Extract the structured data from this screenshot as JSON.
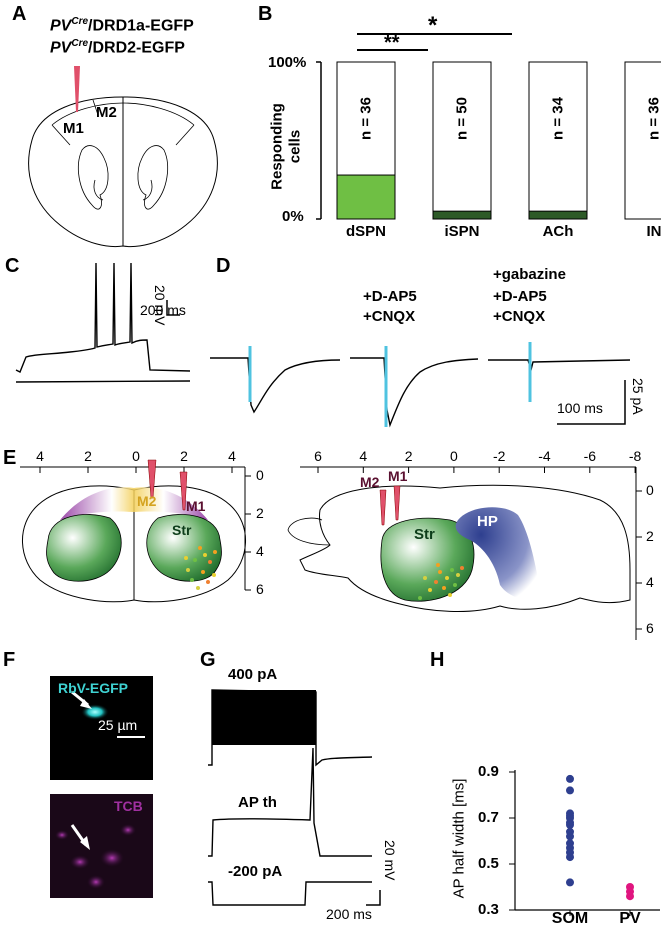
{
  "panel_labels": {
    "A": "A",
    "B": "B",
    "C": "C",
    "D": "D",
    "E": "E",
    "F": "F",
    "G": "G",
    "H": "H"
  },
  "panelA": {
    "line1_sup": "Cre",
    "line1_italic": "PV",
    "line1_rest": "/DRD1a-EGFP",
    "line2_sup": "Cre",
    "line2_italic": "PV",
    "line2_rest": "/DRD2-EGFP",
    "m1": "M1",
    "m2": "M2"
  },
  "panelB": {
    "sig_double": "**",
    "sig_single": "*",
    "ylabel_line1": "Responding",
    "ylabel_line2": "cells",
    "y_top": "100%",
    "y_bottom": "0%"
  },
  "chart_data": [
    {
      "panel": "B",
      "type": "bar",
      "categories": [
        "dSPN",
        "iSPN",
        "ACh",
        "IN"
      ],
      "values": [
        28,
        5,
        5,
        0
      ],
      "n_labels": [
        "n = 36",
        "n = 50",
        "n = 34",
        "n = 36"
      ],
      "ylabel": "Responding cells",
      "ylim": [
        0,
        100
      ],
      "colors": [
        "#6fbf44",
        "#2d5a27",
        "#2d5a27",
        "#2d5a27"
      ],
      "significance": [
        {
          "between": [
            "dSPN",
            "iSPN"
          ],
          "label": "**"
        },
        {
          "between": [
            "dSPN",
            "ACh"
          ],
          "label": "*"
        }
      ]
    },
    {
      "panel": "H",
      "type": "scatter",
      "categories": [
        "SOM",
        "PV"
      ],
      "series": [
        {
          "name": "SOM",
          "color": "#2e3f8f",
          "values": [
            0.87,
            0.82,
            0.72,
            0.71,
            0.7,
            0.68,
            0.67,
            0.64,
            0.62,
            0.59,
            0.57,
            0.55,
            0.53,
            0.42
          ]
        },
        {
          "name": "PV",
          "color": "#e0157f",
          "values": [
            0.4,
            0.38,
            0.36
          ]
        }
      ],
      "ylabel": "AP half width [ms]",
      "ylim": [
        0.3,
        0.9
      ],
      "yticks": [
        "0.3",
        "0.5",
        "0.7",
        "0.9"
      ]
    }
  ],
  "panelC": {
    "scale_v": "20 mV",
    "scale_t": "200 ms"
  },
  "panelD": {
    "cond2_l1": "+D-AP5",
    "cond2_l2": "+CNQX",
    "cond3_l1": "+gabazine",
    "cond3_l2": "+D-AP5",
    "cond3_l3": "+CNQX",
    "scale_i": "25 pA",
    "scale_t": "100 ms"
  },
  "panelE": {
    "left_ticks": [
      "4",
      "2",
      "0",
      "2",
      "4"
    ],
    "left_depth": [
      "0",
      "2",
      "4",
      "6"
    ],
    "right_ticks": [
      "6",
      "4",
      "2",
      "0",
      "-2",
      "-4",
      "-6",
      "-8"
    ],
    "right_depth": [
      "0",
      "2",
      "4",
      "6"
    ],
    "m1": "M1",
    "m2": "M2",
    "str": "Str",
    "hp": "HP"
  },
  "panelF": {
    "top_label": "RbV-EGFP",
    "scale": "25 µm",
    "bottom_label": "TCB"
  },
  "panelG": {
    "trace1": "400 pA",
    "trace2": "AP th",
    "trace3": "-200 pA",
    "scale_v": "20 mV",
    "scale_t": "200 ms"
  },
  "colors": {
    "accent_green": "#6fbf44",
    "dark_green": "#2d5a27",
    "cyan": "#4fc3e0",
    "magenta": "#e0157f",
    "navy": "#2e3f8f",
    "electrode": "#e0506a"
  }
}
